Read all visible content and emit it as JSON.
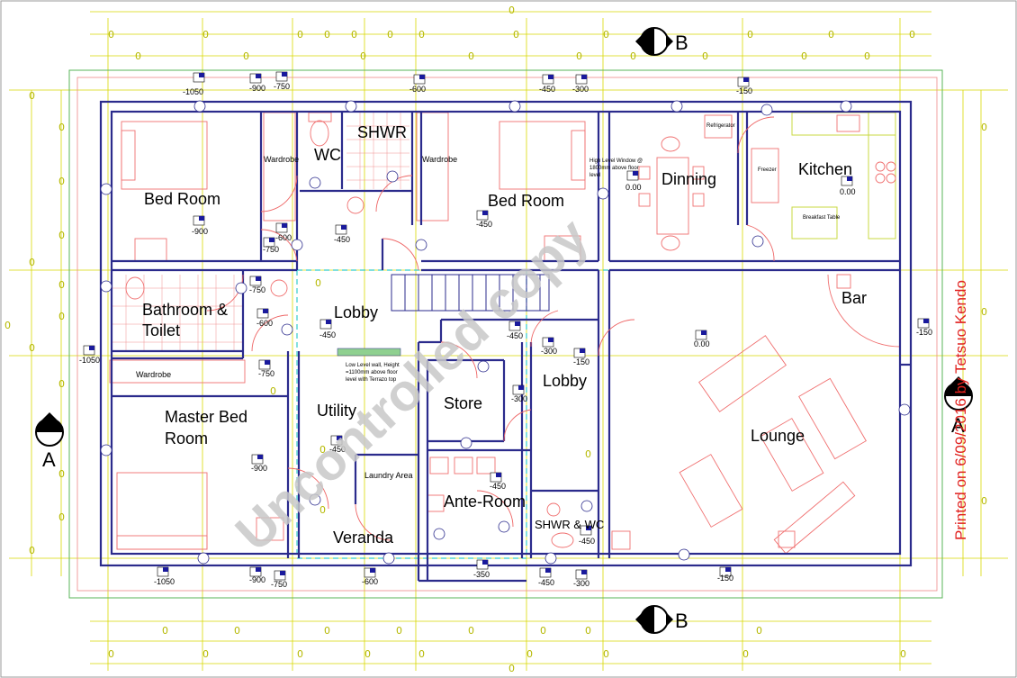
{
  "rooms": {
    "bed_room_1": "Bed Room",
    "wc": "WC",
    "shwr": "SHWR",
    "bed_room_2": "Bed Room",
    "dinning": "Dinning",
    "kitchen": "Kitchen",
    "bathroom_line1": "Bathroom &",
    "bathroom_line2": "Toilet",
    "lobby_1": "Lobby",
    "bar": "Bar",
    "master_line1": "Master Bed",
    "master_line2": "Room",
    "utility": "Utility",
    "store": "Store",
    "lobby_2": "Lobby",
    "lounge": "Lounge",
    "ante_room": "Ante-Room",
    "shwr_wc": "SHWR & WC",
    "veranda": "Veranda",
    "laundry": "Laundry Area"
  },
  "labels": {
    "wardrobe_1": "Wardrobe",
    "wardrobe_2": "Wardrobe",
    "wardrobe_3": "Wardrobe",
    "refrigerator": "Refrigerator",
    "freezer": "Freezer",
    "breakfast_table": "Breakfast Table",
    "high_window_1": "High Level Window @",
    "high_window_2": "1800mm above floor",
    "high_window_3": "level",
    "low_wall_1": "Low Level wall, Height",
    "low_wall_2": "=1100mm above floor",
    "low_wall_3": "level with Terrazo top"
  },
  "levels": {
    "l1": "-1050",
    "l2": "-900",
    "l3": "-750",
    "l4": "-600",
    "l5": "-450",
    "l6": "-300",
    "l7": "-150",
    "l8": "-900",
    "l9": "-600",
    "l10": "-750",
    "l11": "-450",
    "l12": "-450",
    "l13": "0.00",
    "l14": "0.00",
    "l15": "-750",
    "l16": "-600",
    "l17": "-750",
    "l18": "-450",
    "l19": "-450",
    "l20": "-300",
    "l21": "-150",
    "l22": "-300",
    "l23": "0.00",
    "l24": "-150",
    "l25": "-1050",
    "l26": "-900",
    "l27": "-450",
    "l28": "-450",
    "l29": "-450",
    "l30": "-350",
    "l31": "-1050",
    "l32": "-900",
    "l33": "-750",
    "l34": "-600",
    "l35": "-450",
    "l36": "-300",
    "l37": "-150"
  },
  "sections": {
    "top": "B",
    "bottom": "B",
    "left": "A",
    "right": "A"
  },
  "dim_glyph": "0",
  "watermark": "Uncontrolled copy",
  "print_stamp": "Printed on 6/09/2016 by Tetsuo Kendo"
}
